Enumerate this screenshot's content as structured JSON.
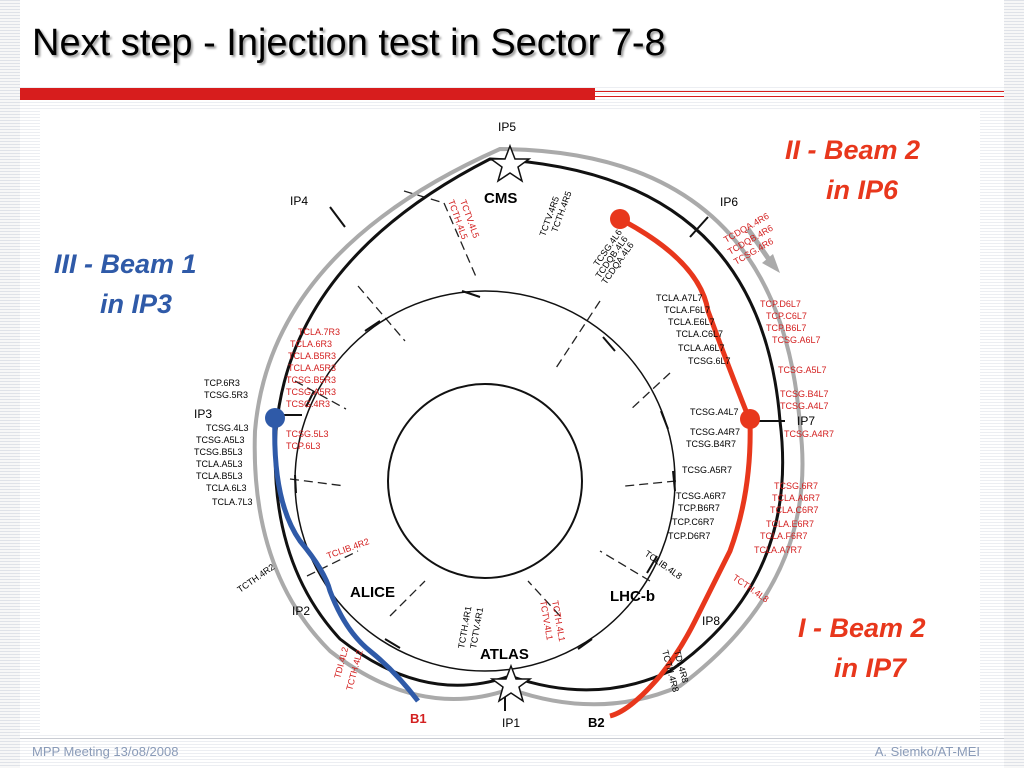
{
  "slide": {
    "title": "Next step - Injection test in Sector 7-8",
    "footer_left": "MPP Meeting 13/o8/2008",
    "footer_right": "A. Siemko/AT-MEI"
  },
  "diagram": {
    "ip_labels": [
      "IP5",
      "IP6",
      "IP7",
      "IP8",
      "IP1",
      "IP2",
      "IP3",
      "IP4"
    ],
    "experiments": [
      "CMS",
      "ALICE",
      "ATLAS",
      "LHC-b"
    ],
    "beams": {
      "b1": "B1",
      "b2": "B2",
      "beam_a": {
        "line1": "III - Beam 1",
        "line2": "in IP3"
      },
      "beam_b": {
        "line1": "II - Beam 2",
        "line2": "in IP6"
      },
      "beam_c": {
        "line1": "I - Beam 2",
        "line2": "in IP7"
      }
    },
    "ip3_left_labels": [
      "TCP.6R3",
      "TCSG.5R3",
      "TCSG.4L3",
      "TCSG.A5L3",
      "TCSG.B5L3",
      "TCLA.A5L3",
      "TCLA.B5L3",
      "TCLA.6L3",
      "TCLA.7L3"
    ],
    "ip3_right_labels": [
      "TCLA.7R3",
      "TCLA.6R3",
      "TCLA.B5R3",
      "TCLA.A5R3",
      "TCSG.B5R3",
      "TCSG.A5R3",
      "TCSG.4R3",
      "TCSG.5L3",
      "TCP.6L3"
    ],
    "ip7_inner_labels": [
      "TCLA.A7L7",
      "TCLA.F6L7",
      "TCLA.E6L7",
      "TCLA.C6L7",
      "TCLA.A6L7",
      "TCSG.6L7",
      "TCSG.A4L7",
      "TCSG.A4R7",
      "TCSG.B4R7",
      "TCSG.A5R7",
      "TCSG.A6R7",
      "TCP.B6R7",
      "TCP.C6R7",
      "TCP.D6R7"
    ],
    "ip7_outer_labels": [
      "TCP.D6L7",
      "TCP.C6L7",
      "TCP.B6L7",
      "TCSG.A6L7",
      "TCSG.A5L7",
      "TCSG.B4L7",
      "TCSG.A4L7",
      "TCSG.A4R7",
      "TCSG.6R7",
      "TCLA.A6R7",
      "TCLA.C6R7",
      "TCLA.E6R7",
      "TCLA.F6R7",
      "TCLA.A7R7"
    ],
    "ip5_labels": [
      "TCTV.4L5",
      "TCTH.4L5",
      "TCTV.4R5",
      "TCTH.4R5"
    ],
    "ip6_labels": [
      "TCSG.4L6",
      "TCDQB.4L6",
      "TCDQA.4L6",
      "TCDQA.4R6",
      "TCDQB.4R6",
      "TCSG.4R6"
    ],
    "ip1_labels": [
      "TCTH.4R1",
      "TCTV.4R1",
      "TCTH.4L1",
      "TCTV.4L1"
    ],
    "ip2_labels": [
      "TCTH.4R2",
      "TCLIB.4R2",
      "TDI.4L2",
      "TCTH.4L2"
    ],
    "ip8_labels": [
      "TCLIB.4L8",
      "TCTH.4L8",
      "TDI.4R8",
      "TCTH.4R8"
    ],
    "colors": {
      "beam1": "#2f5aa8",
      "beam2": "#e8371c",
      "ring_black": "#111111",
      "ring_gray": "#aaaaaa"
    }
  }
}
